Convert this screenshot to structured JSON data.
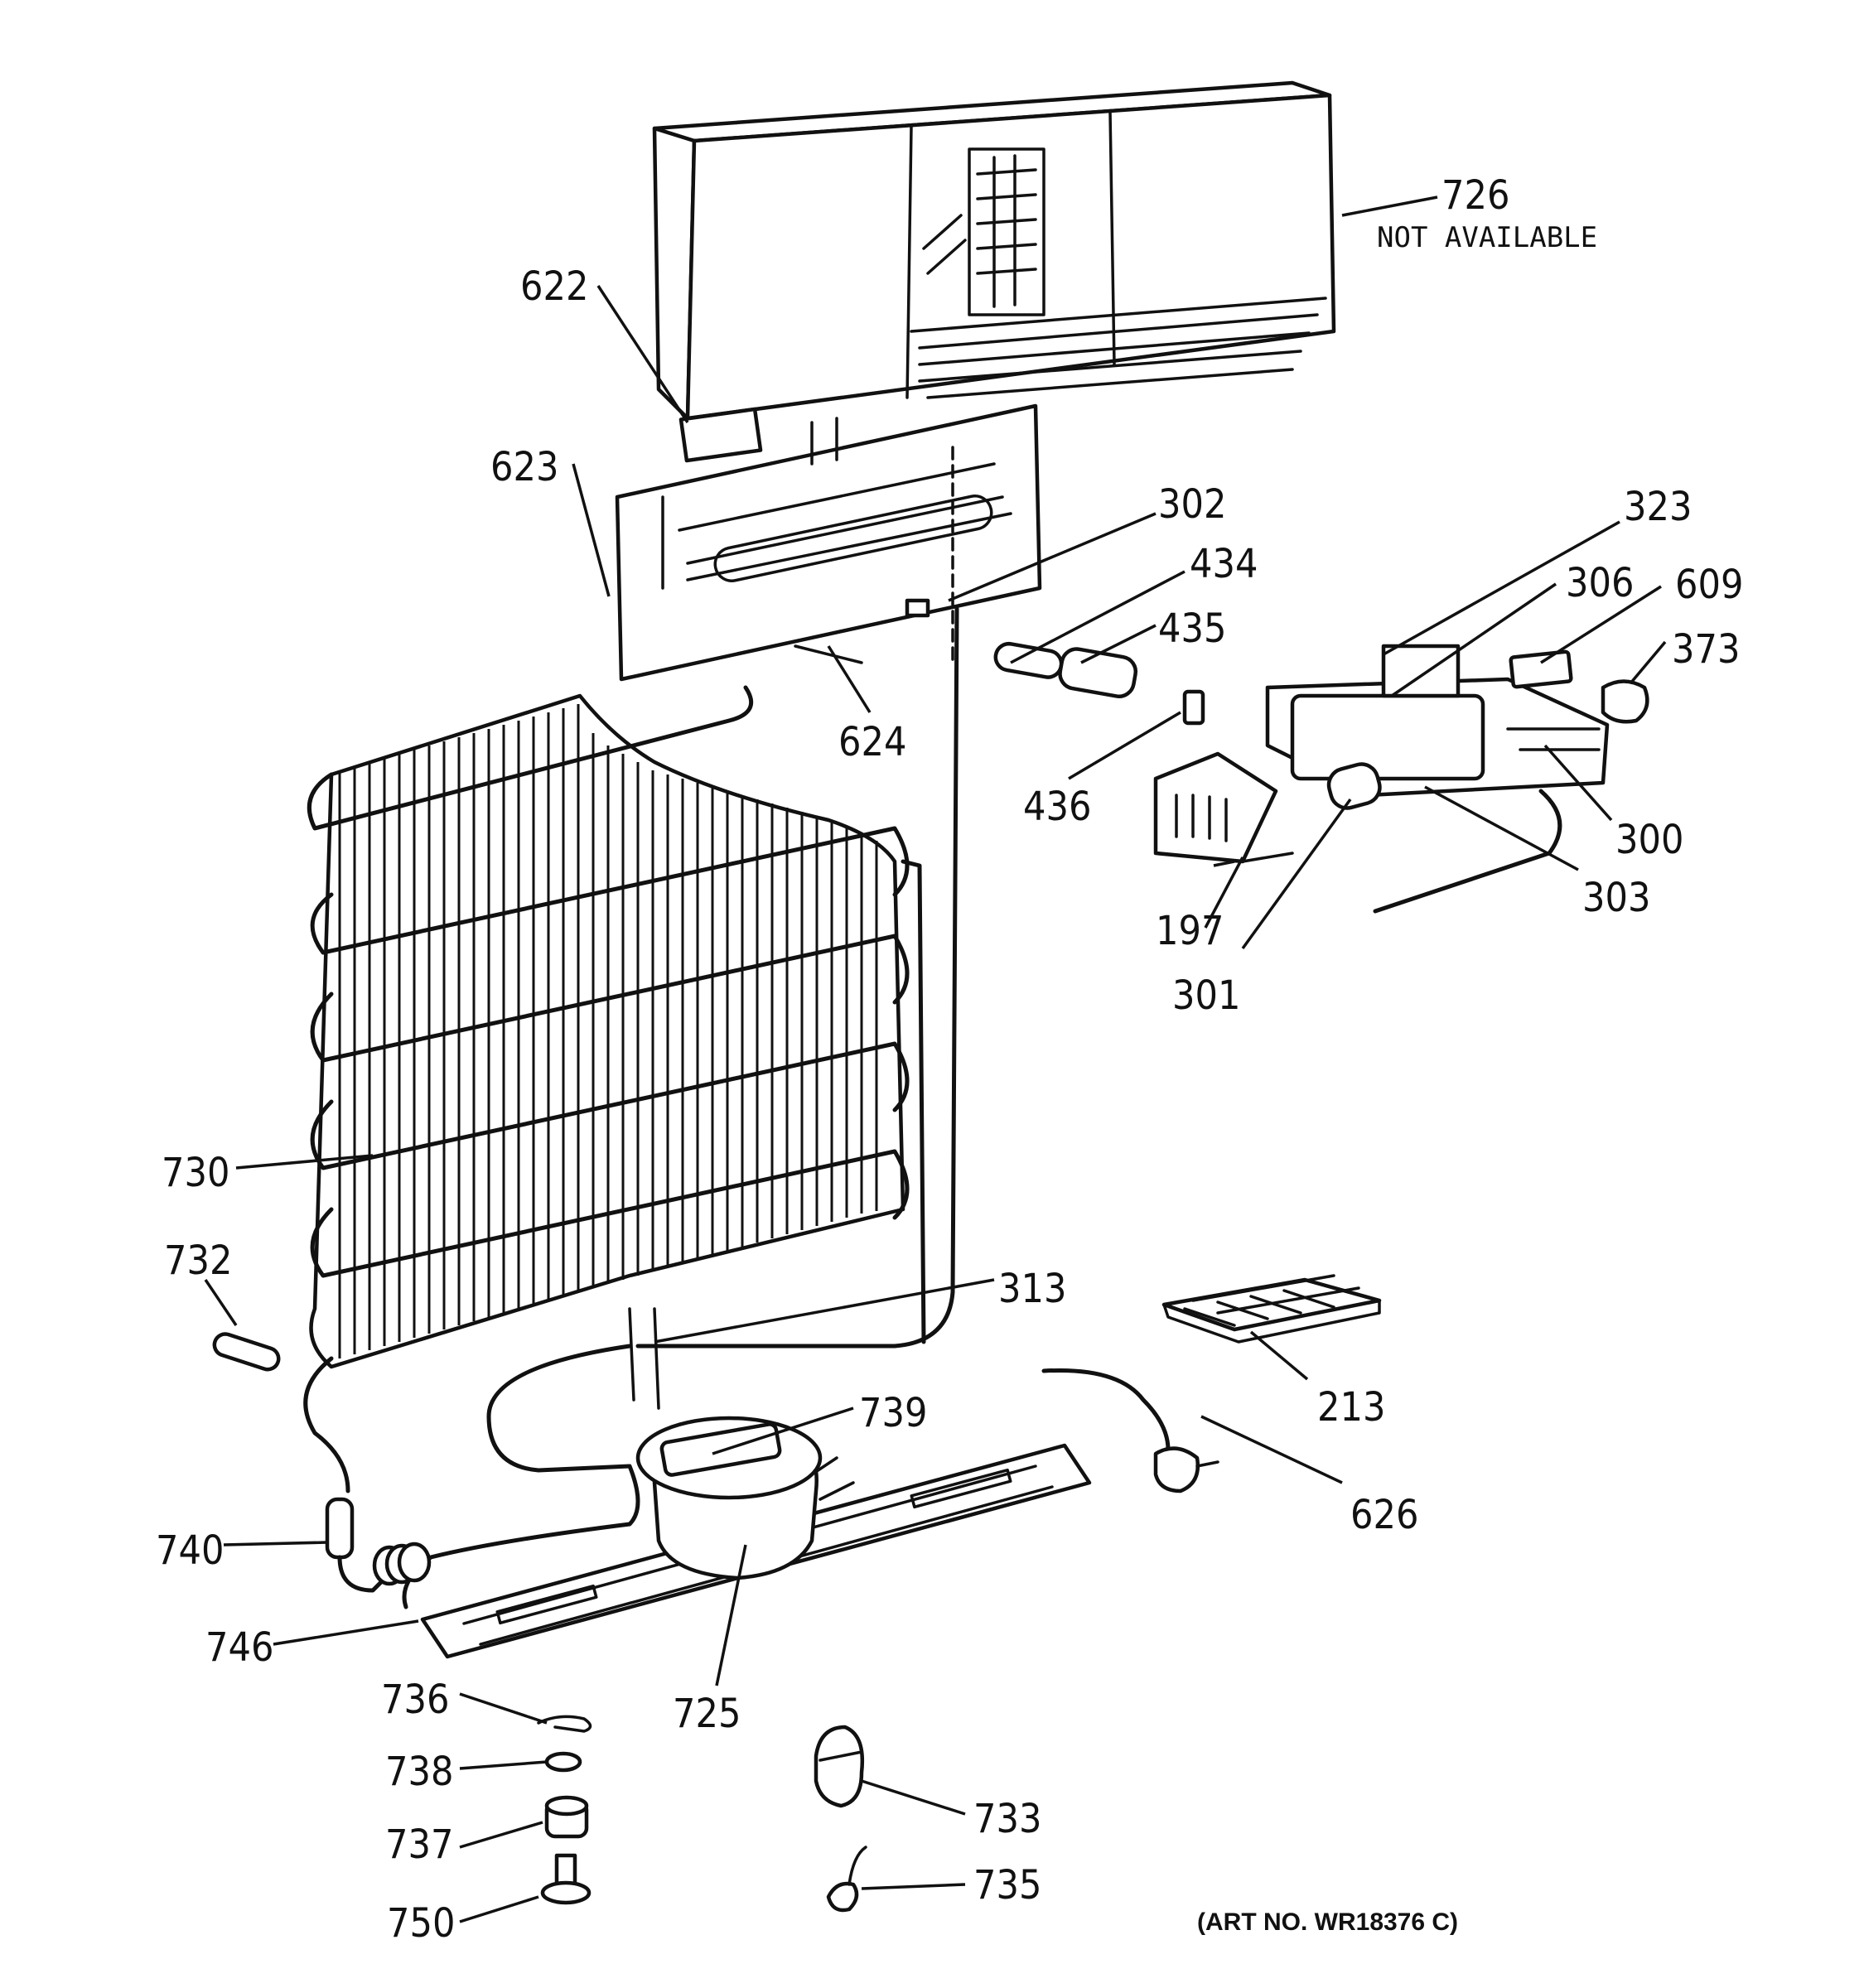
{
  "callouts": {
    "c726": "726",
    "c726_note": "NOT AVAILABLE",
    "c622": "622",
    "c623": "623",
    "c302": "302",
    "c434": "434",
    "c435": "435",
    "c323": "323",
    "c306": "306",
    "c609": "609",
    "c373": "373",
    "c624": "624",
    "c436": "436",
    "c300": "300",
    "c303": "303",
    "c197": "197",
    "c301": "301",
    "c730": "730",
    "c732": "732",
    "c313": "313",
    "c213": "213",
    "c739": "739",
    "c626": "626",
    "c740": "740",
    "c746": "746",
    "c736": "736",
    "c725": "725",
    "c738": "738",
    "c737": "737",
    "c733": "733",
    "c735": "735",
    "c750": "750"
  },
  "art_number": "(ART NO. WR18376 C)"
}
